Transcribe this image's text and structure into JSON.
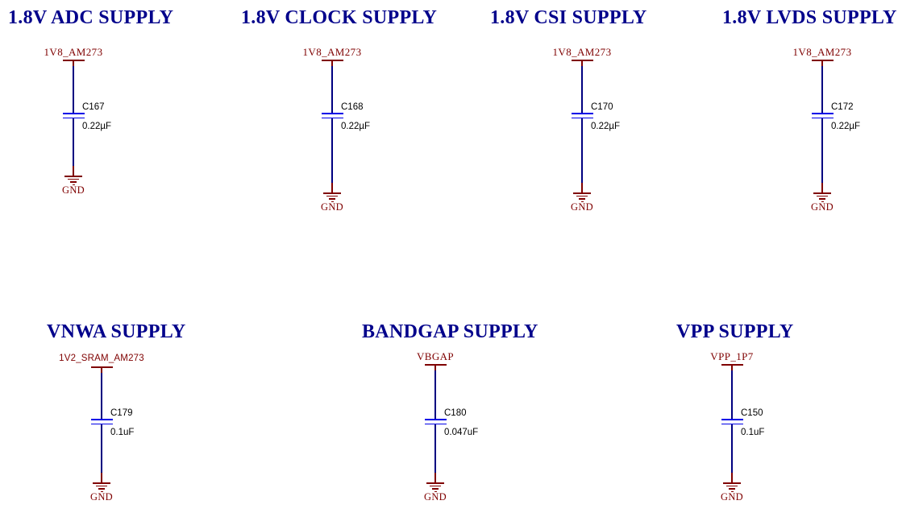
{
  "colors": {
    "title": "#00008b",
    "net": "#7f0000",
    "wire": "#000080",
    "plate": "#0000e8",
    "text": "#000000"
  },
  "circuits": [
    {
      "title": "1.8V ADC SUPPLY",
      "net": "1V8_AM273",
      "refdes": "C167",
      "value": "0.22µF",
      "ground": "GND"
    },
    {
      "title": "1.8V CLOCK SUPPLY",
      "net": "1V8_AM273",
      "refdes": "C168",
      "value": "0.22µF",
      "ground": "GND"
    },
    {
      "title": "1.8V CSI SUPPLY",
      "net": "1V8_AM273",
      "refdes": "C170",
      "value": "0.22µF",
      "ground": "GND"
    },
    {
      "title": "1.8V LVDS SUPPLY",
      "net": "1V8_AM273",
      "refdes": "C172",
      "value": "0.22µF",
      "ground": "GND"
    },
    {
      "title": "VNWA SUPPLY",
      "net": "1V2_SRAM_AM273",
      "refdes": "C179",
      "value": "0.1uF",
      "ground": "GND"
    },
    {
      "title": "BANDGAP SUPPLY",
      "net": "VBGAP",
      "refdes": "C180",
      "value": "0.047uF",
      "ground": "GND"
    },
    {
      "title": "VPP SUPPLY",
      "net": "VPP_1P7",
      "refdes": "C150",
      "value": "0.1uF",
      "ground": "GND"
    }
  ]
}
